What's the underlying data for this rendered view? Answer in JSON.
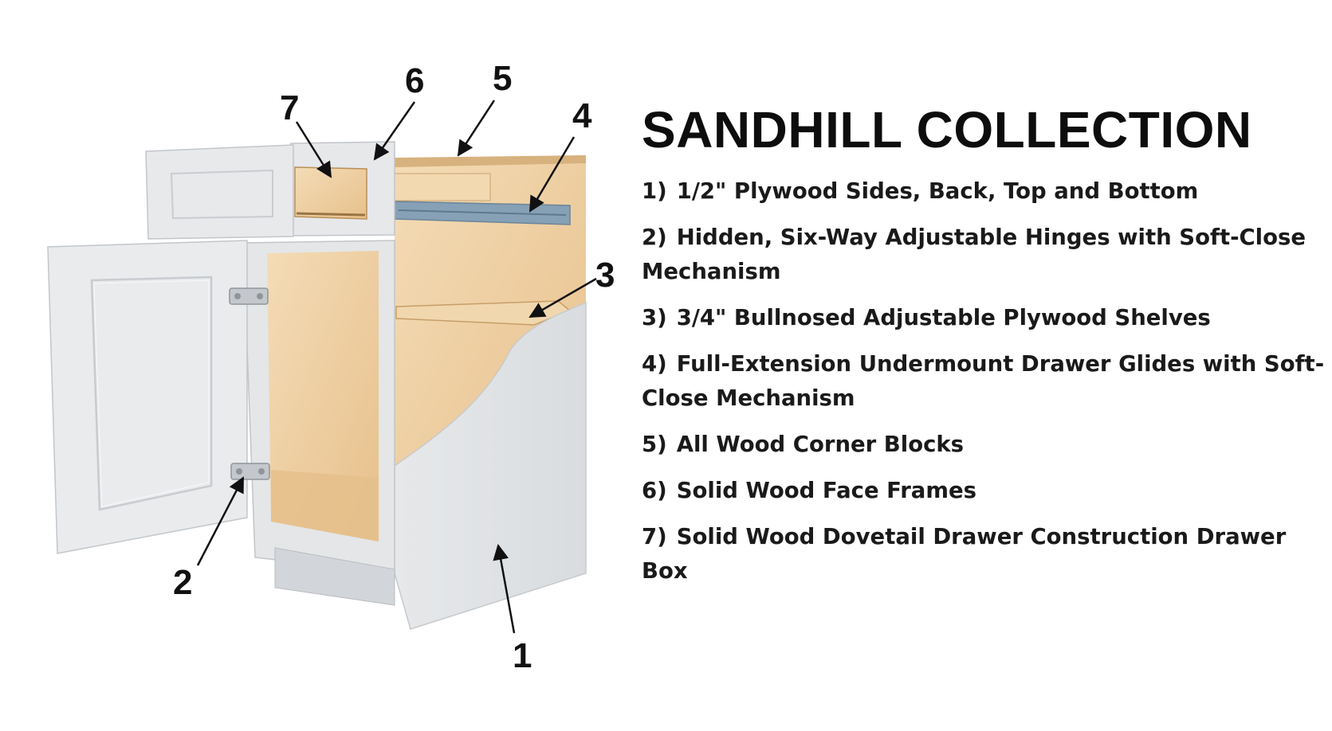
{
  "diagram": {
    "title": "SANDHILL COLLECTION",
    "callouts": [
      "1",
      "2",
      "3",
      "4",
      "5",
      "6",
      "7"
    ],
    "features": [
      {
        "num": "1)",
        "text": "1/2\" Plywood Sides, Back, Top and Bottom"
      },
      {
        "num": "2)",
        "text": "Hidden, Six-Way Adjustable Hinges with Soft-Close Mechanism"
      },
      {
        "num": "3)",
        "text": "3/4\" Bullnosed Adjustable Plywood Shelves"
      },
      {
        "num": "4)",
        "text": "Full-Extension Undermount Drawer Glides with Soft-Close Mechanism"
      },
      {
        "num": "5)",
        "text": "All Wood Corner Blocks"
      },
      {
        "num": "6)",
        "text": "Solid Wood Face Frames"
      },
      {
        "num": "7)",
        "text": "Solid Wood Dovetail Drawer Construction Drawer Box"
      }
    ]
  },
  "colors": {
    "cabinet_gray": "#e3e5e7",
    "cabinet_shadow": "#c9ccd0",
    "plywood": "#f0d2a6",
    "plywood_dark": "#d9b07a",
    "glide_blue": "#7f9bb2",
    "text": "#111111"
  },
  "icons": [
    "cabinet-illustration",
    "hinge-icon",
    "drawer-glide-icon"
  ]
}
